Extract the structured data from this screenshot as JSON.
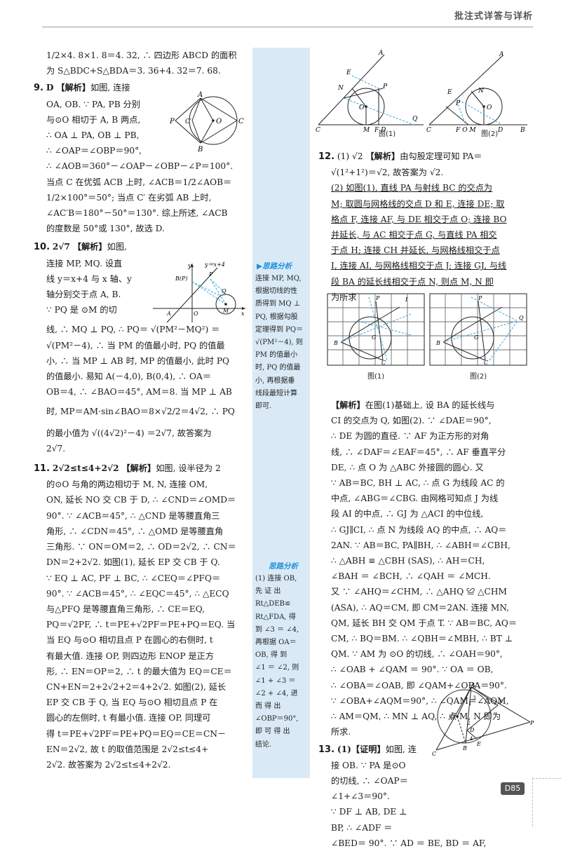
{
  "header": {
    "title": "批注式详答与详析"
  },
  "page_number": "D85",
  "left_column": {
    "top": [
      "1/2×4. 8×1. 8＝4. 32, ∴ 四边形 ABCD 的面积",
      "为 S△BDC+S△BDA＝3. 36+4. 32＝7. 68."
    ],
    "q9": {
      "num": "9.",
      "answer": "D",
      "tag": "【解析】",
      "lines": [
        "如图, 连接",
        "OA, OB. ∵ PA, PB 分别",
        "与⊙O 相切于 A, B 两点,",
        "∴ OA ⊥ PA, OB ⊥ PB,",
        "∴ ∠OAP＝∠OBP＝90°,",
        "∴ ∠AOB＝360°－∠OAP－∠OBP－∠P＝100°.",
        "当点 C 在优弧 ACB 上时, ∠ACB＝1/2∠AOB＝",
        "1/2×100°＝50°; 当点 C′ 在劣弧 AB 上时,",
        "∠AC′B＝180°－50°＝130°. 综上所述, ∠ACB",
        "的度数是 50°或 130°, 故选 D."
      ]
    },
    "q10": {
      "num": "10.",
      "answer": "2√7",
      "tag": "【解析】",
      "lines": [
        "如图,",
        "连接 MP, MQ. 设直",
        "线 y＝x+4 与 x 轴、y",
        "轴分别交于点 A, B.",
        "∵ PQ 是 ⊙M 的切",
        "线, ∴ MQ ⊥ PQ, ∴ PQ＝ √(PM²－MQ²) ＝",
        "√(PM²－4), ∴ 当 PM 的值最小时, PQ 的值最",
        "小, ∴ 当 MP ⊥ AB 时, MP 的值最小, 此时 PQ",
        "的值最小. 易知 A(－4,0), B(0,4), ∴ OA＝",
        "OB＝4, ∴ ∠BAO＝45°, AM＝8. 当 MP ⊥ AB",
        "时, MP＝AM·sin∠BAO＝8×√2/2＝4√2, ∴ PQ",
        "的最小值为 √((4√2)²－4) ＝2√7, 故答案为",
        "2√7."
      ],
      "fig_labels": {
        "y": "y",
        "line": "y＝x+4",
        "B": "B(P)",
        "P": "P",
        "Q": "Q",
        "A": "A",
        "O": "O",
        "M": "M",
        "x": "x"
      }
    },
    "q11": {
      "num": "11.",
      "answer": "2√2≤t≤4+2√2",
      "tag": "【解析】",
      "lines": [
        "如图, 设半径为 2",
        "的⊙O 与角的两边相切于 M, N, 连接 OM,",
        "ON, 延长 NO 交 CB 于 D, ∴ ∠CND＝∠OMD＝",
        "90°. ∵ ∠ACB＝45°, ∴ △CND 是等腰直角三",
        "角形, ∴ ∠CDN＝45°, ∴ △OMD 是等腰直角",
        "三角形. ∵ ON＝OM＝2, ∴ OD＝2√2, ∴ CN＝",
        "DN＝2+2√2. 如图(1), 延长 EP 交 CB 于 Q.",
        "∵ EQ ⊥ AC, PF ⊥ BC, ∴ ∠CEQ＝∠PFQ＝",
        "90°. ∵ ∠ACB＝45°, ∴ ∠EQC＝45°, ∴ △ECQ",
        "与△PFQ 是等腰直角三角形, ∴ CE＝EQ,",
        "PQ＝√2PF, ∴ t＝PE+√2PF＝PE+PQ＝EQ. 当",
        "当 EQ 与⊙O 相切且点 P 在圆心的右侧时, t",
        "有最大值. 连接 OP, 则四边形 ENOP 是正方",
        "形, ∴ EN＝OP＝2, ∴ t 的最大值为 EQ＝CE＝",
        "CN+EN＝2+2√2+2＝4+2√2. 如图(2), 延长",
        "EP 交 CB 于 Q, 当 EQ 与⊙O 相切且点 P 在",
        "圆心的左侧时, t 有最小值. 连接 OP, 同理可",
        "得 t＝PE+√2PF＝PE+PQ＝EQ＝CE＝CN－",
        "EN＝2√2, 故 t 的取值范围是 2√2≤t≤4+",
        "2√2. 故答案为 2√2≤t≤4+2√2."
      ]
    }
  },
  "side_notes": [
    {
      "title": "▶思路分析",
      "lines": [
        "连接 MP, MQ,",
        "根据切线的性",
        "质得到 MQ ⊥",
        "PQ, 根据勾股",
        "定理得到 PQ＝",
        "√(PM²－4), 则",
        "PM 的值最小",
        "时, PQ 的值最",
        "小, 再根据垂",
        "线段最短计算",
        "即可."
      ]
    },
    {
      "title": "思路分析",
      "lines": [
        "(1) 连接 OB,",
        "先 证 出",
        "Rt△DEB≌",
        "Rt△FDA, 得",
        "到 ∠3 ＝ ∠4,",
        "再根据 OA＝",
        "OB, 得 到",
        "∠1 ＝ ∠2, 则",
        "∠1 + ∠3 ＝",
        "∠2 + ∠4, 进",
        "而 得 出",
        "∠OBP＝90°,",
        "即 可 得 出",
        "结论."
      ]
    }
  ],
  "right_column": {
    "q12": {
      "num": "12.",
      "p1_answer": "(1) √2",
      "tag": "【解析】",
      "lines": [
        "由勾股定理可知 PA＝",
        "√(1²+1²)＝√2, 故答案为 √2.",
        "(2) 如图(1), 直线 PA 与射线 BC 的交点为",
        "M; 取圆与网格线的交点 D 和 E, 连接 DE; 取",
        "格点 F, 连接 AF, 与 DE 相交于点 O; 连接 BO",
        "并延长, 与 AC 相交于点 G, 与直线 PA 相交",
        "于点 H; 连接 CH 并延长, 与网格线相交于点",
        "I, 连接 AI, 与网格线相交于点 J; 连接 GJ, 与线",
        "段 BA 的延长线相交于点 N, 则点 M, N 即",
        "为所求"
      ],
      "analysis_tag": "【解析】",
      "analysis": [
        "在图(1)基础上, 设 BA 的延长线与",
        "CI 的交点为 Q, 如图(2). ∵ ∠DAE＝90°,",
        "∴ DE 为圆的直径. ∵ AF 为正方形的对角",
        "线, ∴ ∠DAF＝∠EAF＝45°, ∴ AF 垂直平分",
        "DE, ∴ 点 O 为 △ABC 外接圆的圆心. 又",
        "∵ AB＝BC, BH ⊥ AC, ∴ 点 G 为线段 AC 的",
        "中点, ∠ABG＝∠CBG. 由网格可知点 J 为线",
        "段 AI 的中点, ∴ GJ 为 △ACI 的中位线,",
        "∴ GJ∥CI, ∴ 点 N 为线段 AQ 的中点, ∴ AQ＝",
        "2AN. ∵ AB＝BC, PA∥BH, ∴ ∠ABH＝∠CBH,",
        "∴ △ABH ≌ △CBH (SAS), ∴ AH＝CH,",
        "∠BAH ＝ ∠BCH, ∴ ∠QAH ＝ ∠MCH.",
        "又 ∵ ∠AHQ＝∠CHM, ∴ △AHQ ≌ △CHM",
        "(ASA), ∴ AQ＝CM, 即 CM＝2AN. 连接 MN,",
        "QM, 延长 BH 交 QM 于点 T. ∵ AB＝BC, AQ＝",
        "CM, ∴ BQ＝BM. ∴ ∠QBH＝∠MBH, ∴ BT ⊥",
        "QM. ∵ AM 为 ⊙O 的切线, ∴ ∠OAH＝90°,",
        "∴ ∠OAB + ∠QAM ＝ 90°. ∵ OA ＝ OB,",
        "∴ ∠OBA＝∠OAB, 即 ∠QAM+∠OBA＝90°.",
        "∵ ∠OBA+∠AQM＝90°, ∴ ∠QAM＝∠AQM,",
        "∴ AM＝QM, ∴ MN ⊥ AQ, ∴ 点 M, N 即为",
        "所求."
      ],
      "grid_captions": [
        "图(1)",
        "图(2)"
      ]
    },
    "q13": {
      "num": "13.",
      "tag": "(1)【证明】",
      "lines": [
        "如图, 连",
        "接 OB. ∵ PA 是⊙O",
        "的切线, ∴ ∠OAP＝",
        "∠1+∠3＝90°.",
        "∵ DF ⊥ AB, DE ⊥",
        "BP, ∴ ∠ADF ＝",
        "∠BED＝ 90°. ∵ AD ＝ BE, BD ＝ AF,"
      ]
    },
    "top_fig_captions": [
      "图(1)",
      "图(2)"
    ]
  }
}
